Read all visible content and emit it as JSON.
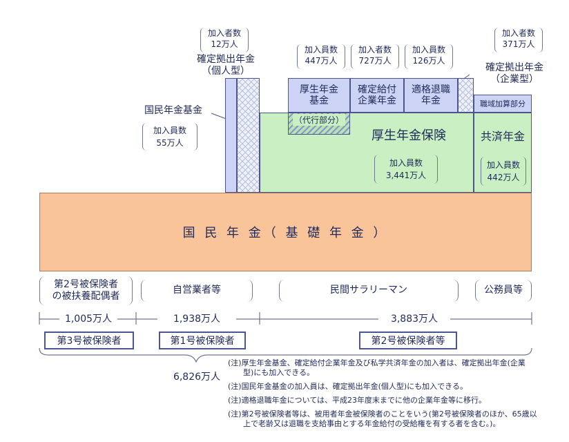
{
  "funds": {
    "ideco": {
      "count_label": "加入者数",
      "count_value": "12万人",
      "title_1": "確定拠出年金",
      "title_2": "（個人型）"
    },
    "kokumin_kikin": {
      "title": "国民年金基金",
      "count_label": "加入員数",
      "count_value": "55万人"
    },
    "kosei_kikin": {
      "title_1": "厚生年金",
      "title_2": "基金",
      "count_label": "加入員数",
      "count_value": "447万人",
      "dairi": "（代行部分）"
    },
    "db": {
      "title_1": "確定給付",
      "title_2": "企業年金",
      "count_label": "加入者数",
      "count_value": "727万人"
    },
    "tekikaku": {
      "title_1": "適格退職",
      "title_2": "年金",
      "count_label": "加入員数",
      "count_value": "126万人"
    },
    "dc_corp": {
      "count_label": "加入者数",
      "count_value": "371万人",
      "title_1": "確定拠出年金",
      "title_2": "（企業型）"
    },
    "kosei_hoken": {
      "title": "厚生年金保険",
      "count_label": "加入員数",
      "count_value": "3,441万人"
    },
    "kyosai": {
      "shokuiki": "職域加算部分",
      "title": "共済年金",
      "count_label": "加入員数",
      "count_value": "442万人"
    },
    "kokumin_nenkin": {
      "title": "国 民 年 金（ 基 礎 年 金 ）"
    }
  },
  "groups": {
    "g3": {
      "line_1": "第2号被保険者",
      "line_2": "の被扶養配偶者",
      "count": "1,005万人",
      "type": "第3号被保険者"
    },
    "g1": {
      "desc": "自営業者等",
      "count": "1,938万人",
      "type": "第1号被保険者"
    },
    "g2a": {
      "desc": "民間サラリーマン"
    },
    "g2b": {
      "desc": "公務員等"
    },
    "g2": {
      "count": "3,883万人",
      "type": "第2号被保険者等"
    },
    "total": "6,826万人"
  },
  "notes": [
    "(注)厚生年金基金、確定給付企業年金及び私学共済年金の加入者は、確定拠出年金(企業",
    "　　型)にも加入できる。",
    "(注)国民年金基金の加入員は、確定拠出年金(個人型)にも加入できる。",
    "(注)適格退職年金については、平成23年度末までに他の企業年金等に移行。",
    "(注)第2号被保険者等は、被用者年金被保険者のことをいう(第2号被保険者のほか、65歳以",
    "　　上で老齢又は退職を支給事由とする年金給付の受給権を有する者を含む。)。"
  ],
  "colors": {
    "kokumin": "#f9c49a",
    "kosei": "#c9efc2",
    "fund": "#ccd3f5",
    "border": "#4a5490",
    "text": "#1f2a5a"
  }
}
